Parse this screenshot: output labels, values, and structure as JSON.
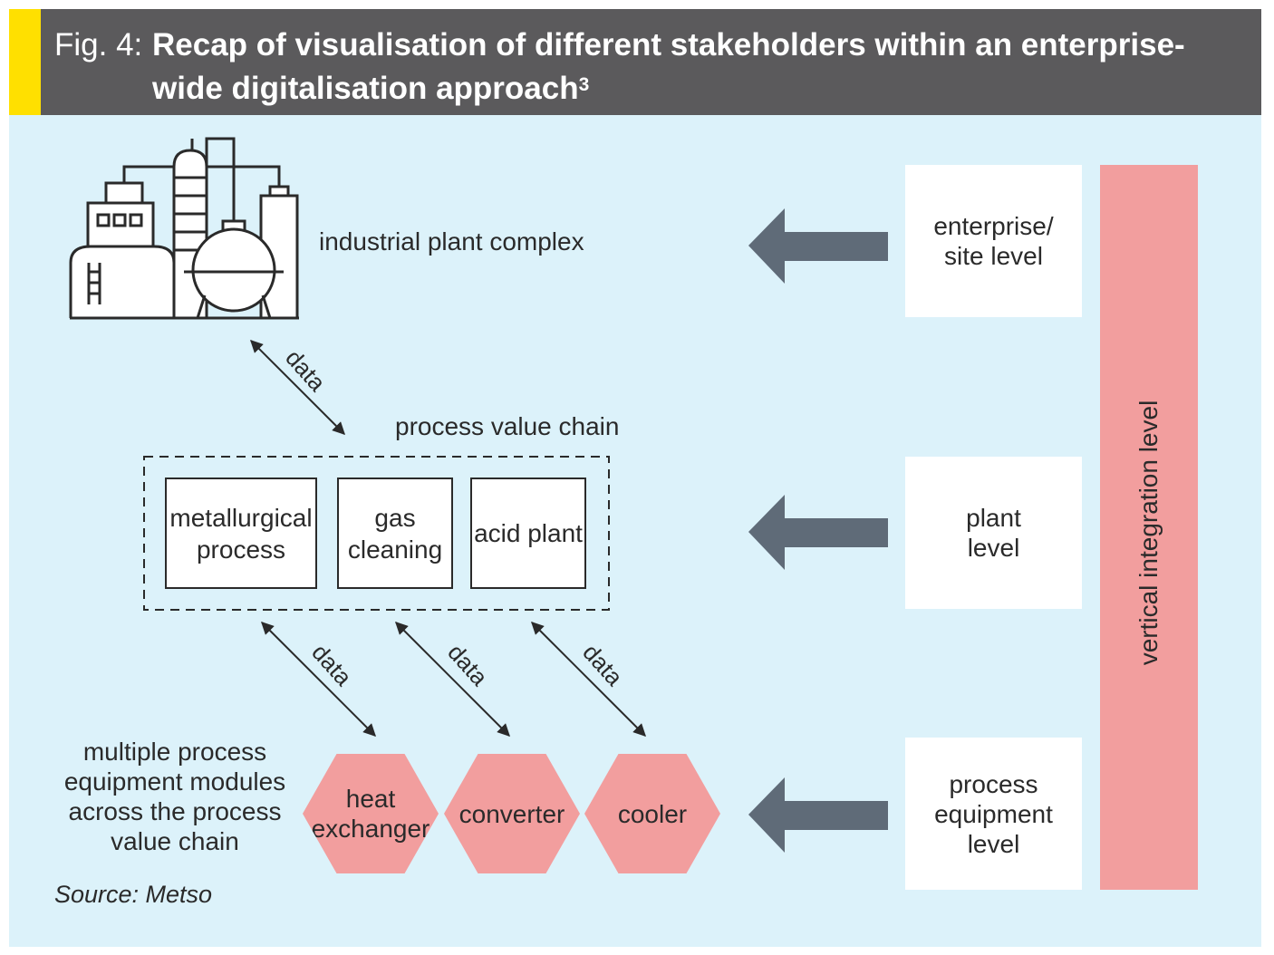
{
  "header": {
    "fig_label": "Fig. 4:",
    "title": "Recap of visualisation of different stakeholders within an enterprise-wide digitalisation approach",
    "title_sup": "3"
  },
  "diagram": {
    "plant_complex_label": "industrial plant complex",
    "value_chain_label": "process value chain",
    "processes": [
      "metallurgical process",
      "gas cleaning",
      "acid plant"
    ],
    "modules_label": "multiple process equipment modules across the process value chain",
    "equipment": [
      "heat exchanger",
      "converter",
      "cooler"
    ],
    "data_label": "data",
    "levels": [
      "enterprise/ site level",
      "plant level",
      "process equipment level"
    ],
    "vertical_label": "vertical integration level"
  },
  "source": "Source: Metso",
  "colors": {
    "header_bg": "#5b5a5c",
    "accent": "#ffe000",
    "canvas_bg": "#dcf2fa",
    "pink": "#f29e9e",
    "arrow": "#5f6b78"
  }
}
